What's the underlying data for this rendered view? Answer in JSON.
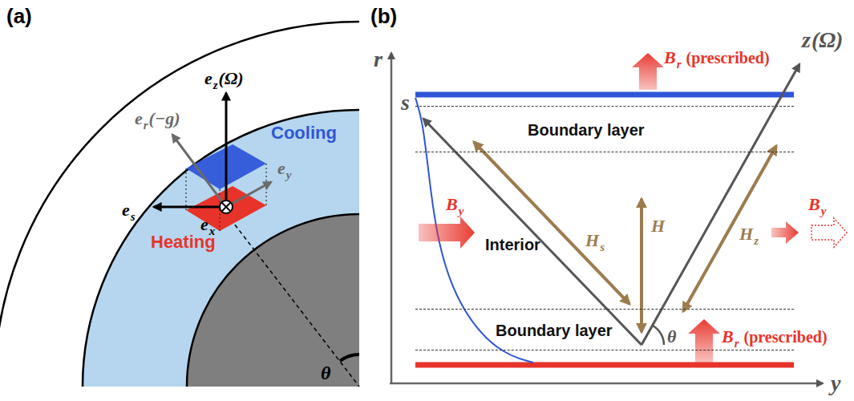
{
  "diagram": {
    "nodes": [
      {
        "text": [
          "Boundary layer"
        ]
      },
      {
        "text": [
          "Interior"
        ]
      },
      {
        "text": [
          "Boundary layer"
        ]
      }
    ],
    "labels": [
      "(a)",
      "(b)",
      "e",
      "z",
      "(Ω)",
      "e",
      "r",
      "(−g)",
      "e",
      "y",
      "e",
      "s",
      "e",
      "x",
      "Cooling",
      "Heating",
      "θ",
      "r",
      "y",
      "s",
      "z",
      "(Ω)",
      "B",
      "r",
      "(prescribed)",
      "B",
      "r",
      "(prescribed)",
      "B",
      "y",
      "B",
      "y",
      "H",
      "s",
      "H",
      "H",
      "z",
      "θ"
    ]
  }
}
